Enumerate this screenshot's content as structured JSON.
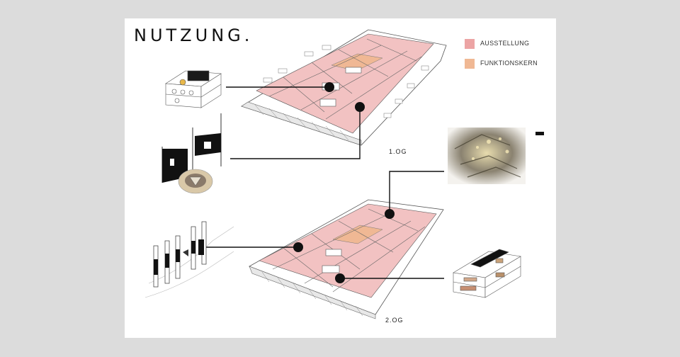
{
  "page": {
    "title": "NUTZUNG."
  },
  "legend": {
    "items": [
      {
        "label": "AUSSTELLUNG",
        "color": "#eca4a4"
      },
      {
        "label": "FUNKTIONSKERN",
        "color": "#f0b894"
      }
    ]
  },
  "floors": {
    "upper": {
      "label": "1.OG"
    },
    "lower": {
      "label": "2.OG"
    }
  },
  "colors": {
    "background": "#dcdcdc",
    "sheet": "#ffffff",
    "exhibition_fill": "#f2c2c2",
    "core_fill": "#f0b894",
    "line": "#111111"
  }
}
